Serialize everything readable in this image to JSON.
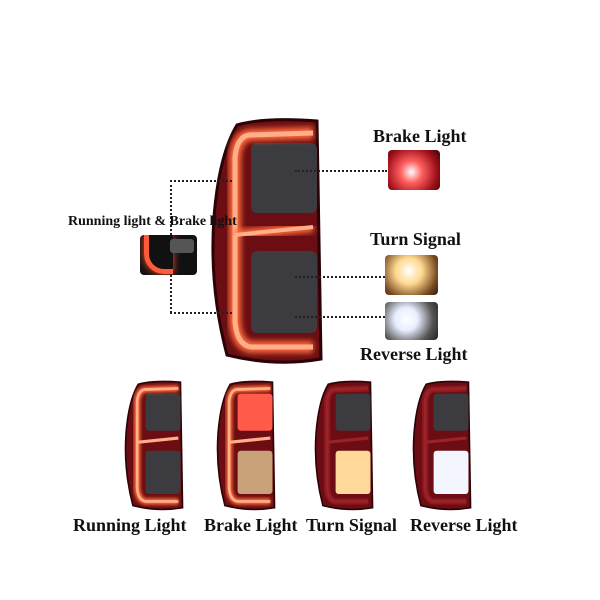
{
  "callouts": {
    "brake": "Brake Light",
    "turn": "Turn Signal",
    "reverse": "Reverse Light",
    "running_brake": "Running light & Brake light"
  },
  "modes": [
    {
      "label": "Running Light",
      "glow": true,
      "upper": "#3c3c40",
      "lower": "#3c3c40"
    },
    {
      "label": "Brake Light",
      "glow": true,
      "upper": "#ff5a4a",
      "lower": "#c9a27a"
    },
    {
      "label": "Turn Signal",
      "glow": false,
      "upper": "#3c3c40",
      "lower": "#ffd89a"
    },
    {
      "label": "Reverse Light",
      "glow": false,
      "upper": "#3c3c40",
      "lower": "#f4f6ff"
    }
  ],
  "colors": {
    "glow": "#ff6a3a",
    "housing": "#6b0d12",
    "lens": "#3c3c40"
  }
}
